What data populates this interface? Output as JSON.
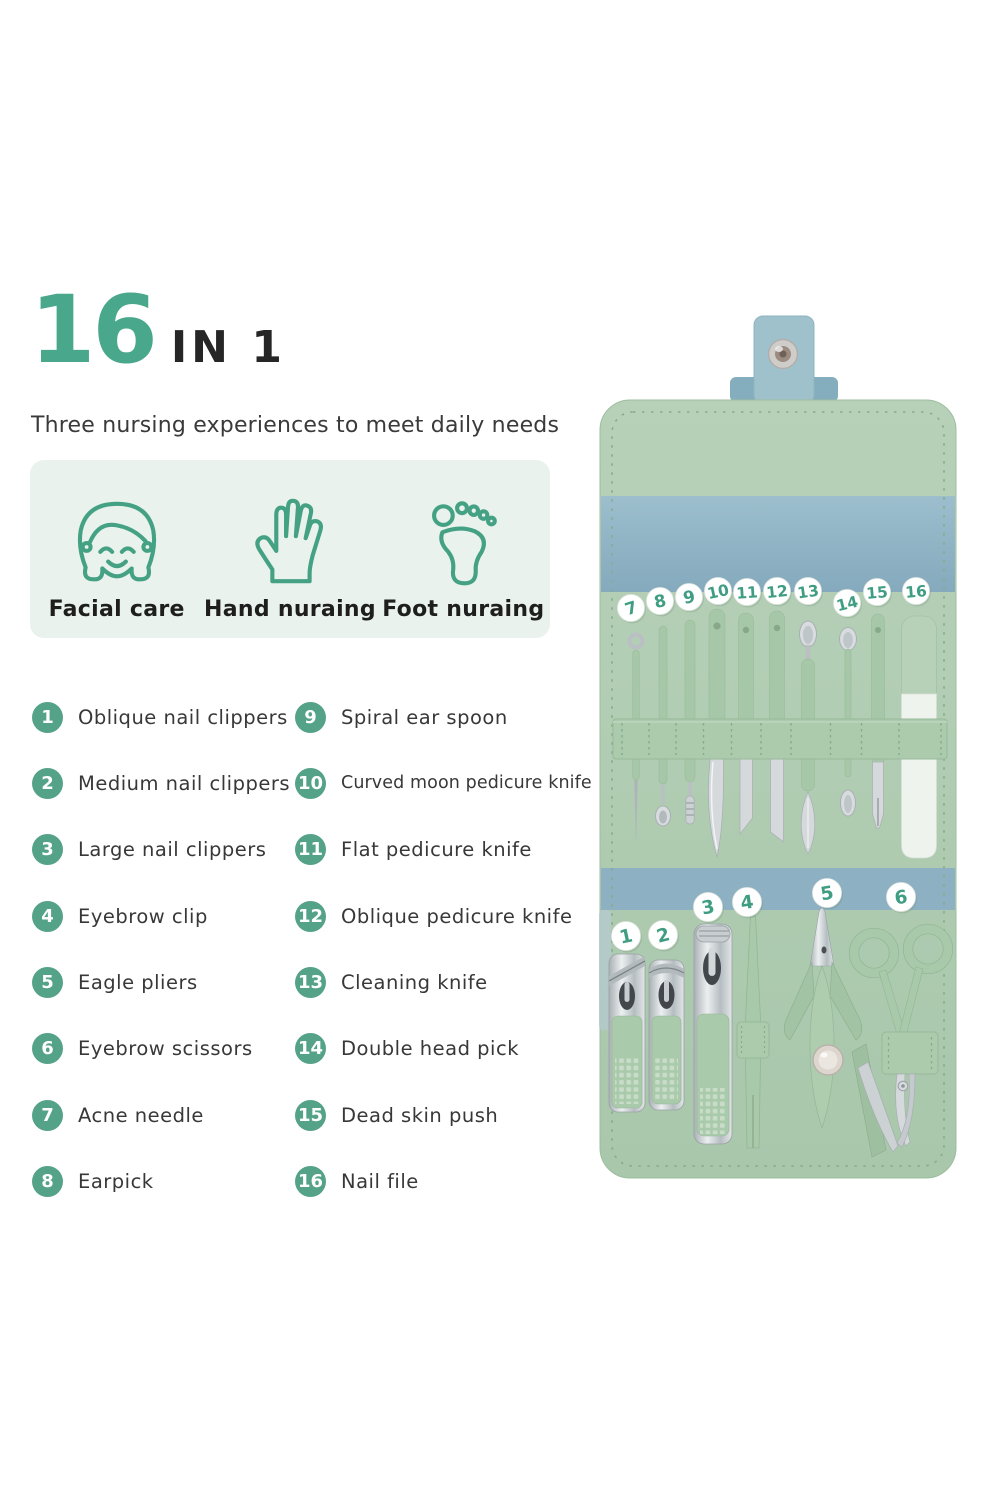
{
  "header": {
    "count": "16",
    "suffix": "IN 1",
    "subtitle": "Three nursing experiences to meet daily needs"
  },
  "features": [
    {
      "icon": "face-icon",
      "label": "Facial care"
    },
    {
      "icon": "hand-icon",
      "label": "Hand nuraing"
    },
    {
      "icon": "foot-icon",
      "label": "Foot nuraing"
    }
  ],
  "items": [
    {
      "num": "1",
      "label": "Oblique nail clippers"
    },
    {
      "num": "2",
      "label": "Medium nail clippers"
    },
    {
      "num": "3",
      "label": "Large nail clippers"
    },
    {
      "num": "4",
      "label": "Eyebrow clip"
    },
    {
      "num": "5",
      "label": "Eagle pliers"
    },
    {
      "num": "6",
      "label": "Eyebrow scissors"
    },
    {
      "num": "7",
      "label": "Acne needle"
    },
    {
      "num": "8",
      "label": "Earpick"
    },
    {
      "num": "9",
      "label": "Spiral ear spoon"
    },
    {
      "num": "10",
      "label": "Curved moon pedicure knife"
    },
    {
      "num": "11",
      "label": "Flat pedicure knife"
    },
    {
      "num": "12",
      "label": "Oblique pedicure knife"
    },
    {
      "num": "13",
      "label": "Cleaning knife"
    },
    {
      "num": "14",
      "label": "Double head pick"
    },
    {
      "num": "15",
      "label": "Dead skin push"
    },
    {
      "num": "16",
      "label": "Nail file"
    }
  ],
  "colors": {
    "accent_teal": "#49a78b",
    "badge_green": "#54a287",
    "case_green": "#aecbb0",
    "band_blue": "#8fb3c5",
    "tab_blue": "#9fc1cc",
    "feature_box_bg": "#e9f2ec",
    "metal_silver": "#c9ced1"
  }
}
